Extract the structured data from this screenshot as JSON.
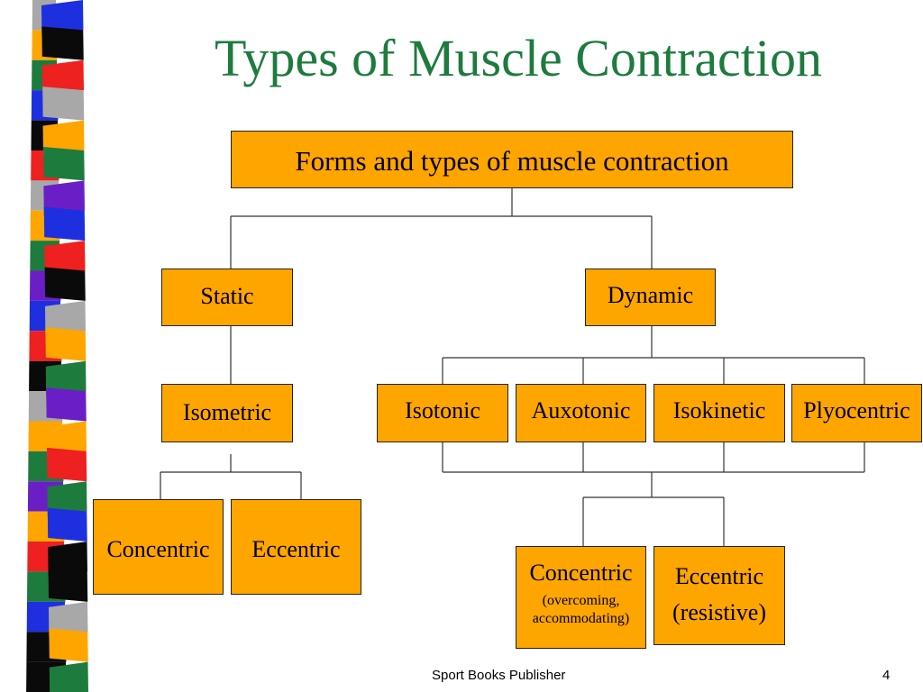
{
  "slide": {
    "title": "Types of Muscle Contraction",
    "footer_text": "Sport Books Publisher",
    "page_number": "4"
  },
  "diagram": {
    "root": "Forms and types of muscle contraction",
    "static": "Static",
    "dynamic": "Dynamic",
    "isometric": "Isometric",
    "isotonic": "Isotonic",
    "auxotonic": "Auxotonic",
    "isokinetic": "Isokinetic",
    "plyocentric": "Plyocentric",
    "static_concentric": "Concentric",
    "static_eccentric": "Eccentric",
    "dyn_concentric": "Concentric",
    "dyn_concentric_note_1": "(overcoming,",
    "dyn_concentric_note_2": "accommodating)",
    "dyn_eccentric": "Eccentric",
    "dyn_eccentric_note": "(resistive)"
  },
  "colors": {
    "node_fill": "#ffa500",
    "title": "#1e7b3e",
    "stripe": [
      "#ffa500",
      "#a8a8a8",
      "#1e7b3e",
      "#1e2fe0",
      "#0a0a0a",
      "#ee2020",
      "#6a1fc6"
    ]
  }
}
